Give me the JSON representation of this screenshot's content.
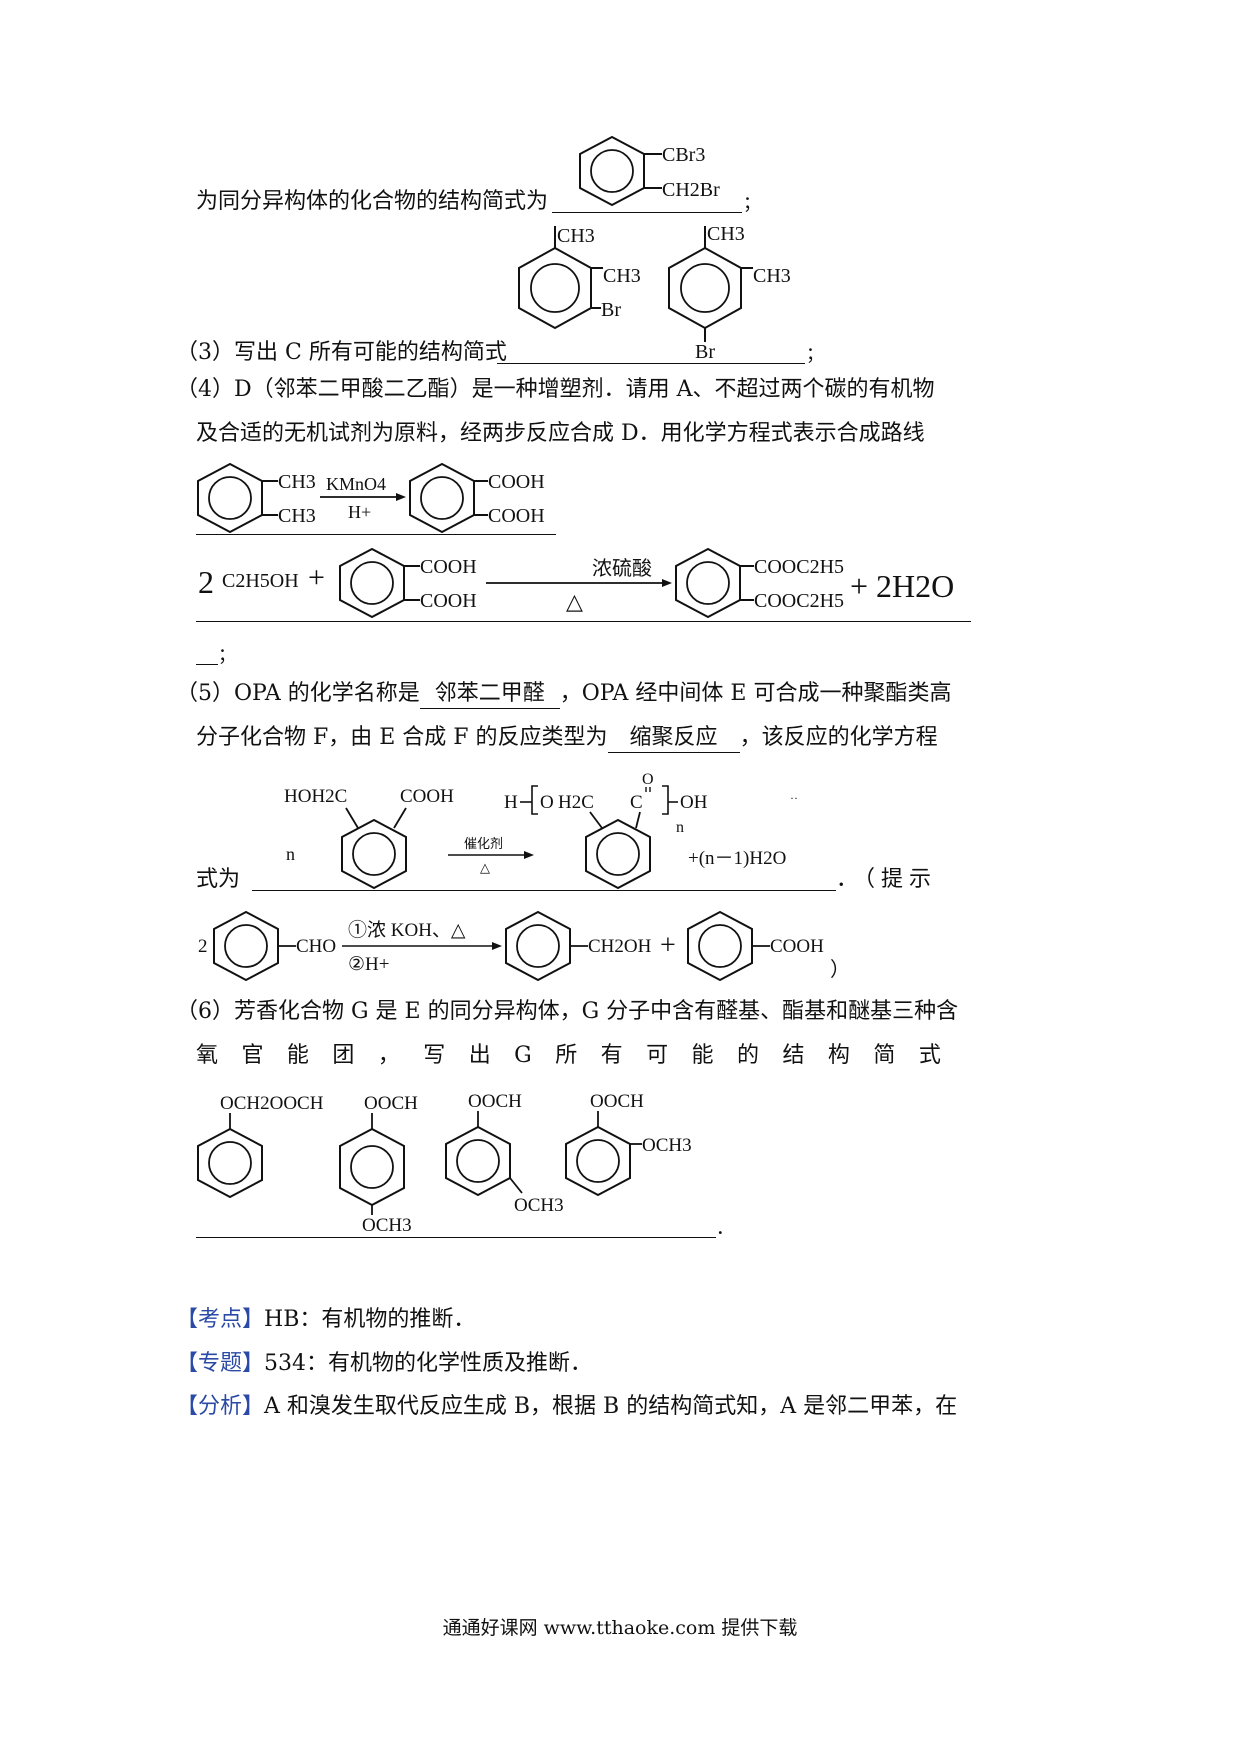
{
  "q2": {
    "text": "为同分异构体的化合物的结构简式为",
    "answer_labels": [
      "CBr3",
      "CH2Br"
    ],
    "end": "；"
  },
  "q3": {
    "text": "（3）写出 C 所有可能的结构简式",
    "struct1_labels": [
      "CH3",
      "CH3",
      "Br"
    ],
    "struct2_labels": [
      "CH3",
      "CH3",
      "Br"
    ],
    "end": "；"
  },
  "q4": {
    "line1": "（4）D（邻苯二甲酸二乙酯）是一种增塑剂．请用  A、不超过两个碳的有机物",
    "line2": "及合适的无机试剂为原料，经两步反应合成  D．用化学方程式表示合成路线",
    "eq1": {
      "left": [
        "CH3",
        "CH3"
      ],
      "reagent_top": "KMnO4",
      "reagent_bottom": "H+",
      "right": [
        "COOH",
        "COOH"
      ]
    },
    "eq2": {
      "coef": "2",
      "ethanol": "C2H5OH",
      "plus": "+",
      "acid": [
        "COOH",
        "COOH"
      ],
      "reagent_top": "浓硫酸",
      "reagent_bottom": "△",
      "ester": [
        "COOC2H5",
        "COOC2H5"
      ],
      "water": "+ 2H2O"
    },
    "end": "；"
  },
  "q5": {
    "line1_a": "（5）OPA 的化学名称是",
    "ans1": "邻苯二甲醛",
    "line1_b": "，OPA 经中间体 E 可合成一种聚酯类高",
    "line2_a": "分子化合物 F，由 E 合成 F 的反应类型为",
    "ans2": "缩聚反应",
    "line2_b": "，该反应的化学方程",
    "line3_a": "式为",
    "line3_b": "．（提示",
    "eq": {
      "n": "n",
      "reactant": [
        "HOH2C",
        "COOH"
      ],
      "catalyst": "催化剂",
      "heat": "△",
      "polymer_h": "H",
      "polymer_o": "O",
      "polymer_ch2": "H2C",
      "polymer_c": "C",
      "polymer_oh": "OH",
      "polymer_n": "n",
      "water": "+(n－1)H2O",
      "dots": "··"
    },
    "hint": {
      "coef": "2",
      "cho": "CHO",
      "reagent_top": "①浓 KOH、△",
      "reagent_bottom": "②H+",
      "alcohol": "CH2OH",
      "plus": "+",
      "acid": "COOH",
      "close": "）"
    }
  },
  "q6": {
    "line1": "（6）芳香化合物 G 是 E 的同分异构体，G 分子中含有醛基、酯基和醚基三种含",
    "line2": [
      "氧",
      "官",
      "能",
      "团",
      "，",
      "写",
      "出",
      "G",
      "所",
      "有",
      "可",
      "能",
      "的",
      "结",
      "构",
      "简",
      "式"
    ],
    "structs": [
      {
        "top": "OCH2OOCH"
      },
      {
        "top": "OOCH",
        "bottom": "OCH3"
      },
      {
        "top": "OOCH",
        "bottom": "OCH3"
      },
      {
        "top": "OOCH",
        "side": "OCH3"
      }
    ],
    "end": "．"
  },
  "analysis": {
    "kaodian_tag": "【考点】",
    "kaodian": "HB：有机物的推断．",
    "zhuanti_tag": "【专题】",
    "zhuanti": "534：有机物的化学性质及推断．",
    "fenxi_tag": "【分析】",
    "fenxi": "A 和溴发生取代反应生成 B，根据 B 的结构简式知，A 是邻二甲苯，在"
  },
  "footer": "通通好课网  www.tthaoke.com  提供下载"
}
